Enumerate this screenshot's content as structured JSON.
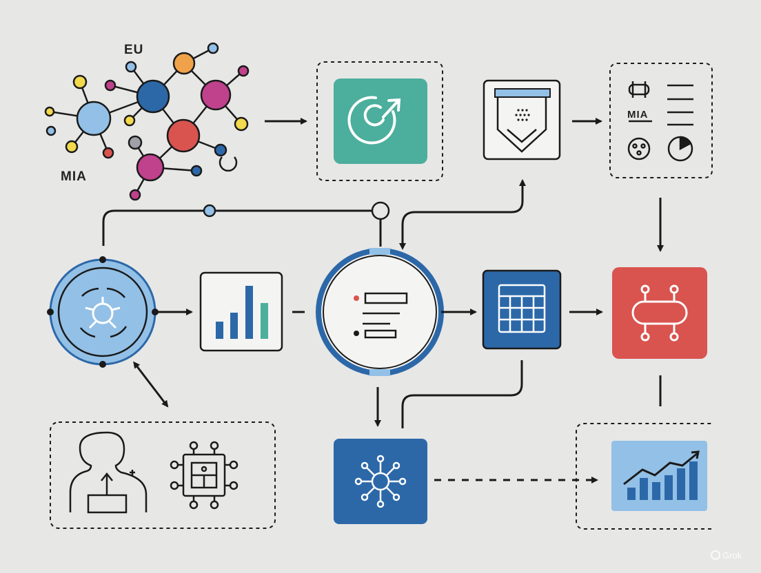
{
  "labels": {
    "molecule_top": "EU",
    "molecule_left": "MIA",
    "panel_label": "MIA"
  },
  "watermark": "Grok",
  "colors": {
    "background": "#e7e7e6",
    "teal": "#4cae9c",
    "blue_dark": "#2c68a8",
    "blue_light": "#93c0e6",
    "red": "#d9534f",
    "magenta": "#c0418c",
    "orange": "#efa24a",
    "yellow": "#f2d94e",
    "ink": "#1a1a1a"
  },
  "icons": [
    "molecule-network-icon",
    "refresh-arrow-icon",
    "shield-funnel-icon",
    "dashboard-panel-icon",
    "target-network-icon",
    "bar-chart-icon",
    "document-list-icon",
    "table-grid-icon",
    "capsule-device-icon",
    "person-upload-icon",
    "circuit-chip-icon",
    "hub-network-icon",
    "trend-chart-icon"
  ]
}
